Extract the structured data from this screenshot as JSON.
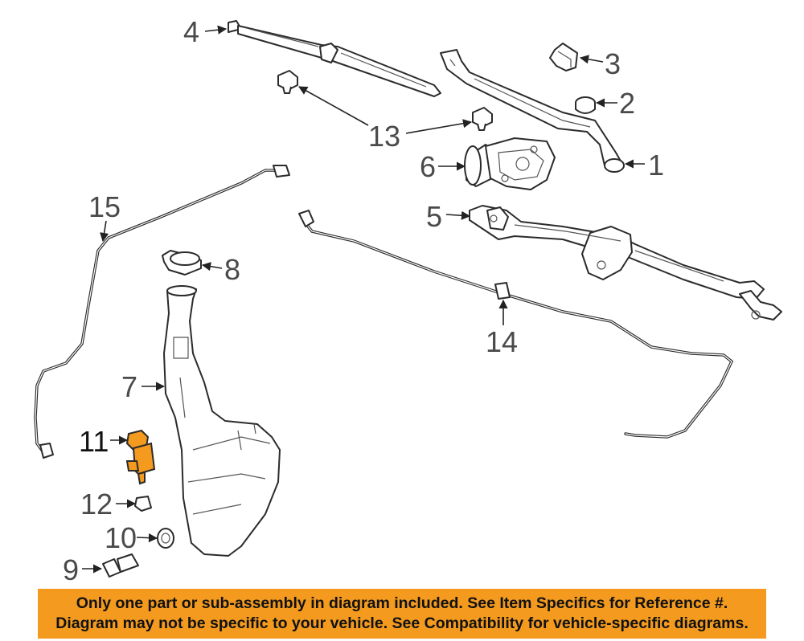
{
  "callouts": {
    "c1": "1",
    "c2": "2",
    "c3": "3",
    "c4": "4",
    "c5": "5",
    "c6": "6",
    "c7": "7",
    "c8": "8",
    "c9": "9",
    "c10": "10",
    "c11": "11",
    "c12": "12",
    "c13": "13",
    "c14": "14",
    "c15": "15"
  },
  "colors": {
    "banner": "#f39a1f",
    "highlighted_part": "#f39a1f"
  },
  "banner": {
    "line1": "Only one part or sub-assembly in diagram included. See Item Specifics for Reference #.",
    "line2": "Diagram may not be specific to your vehicle. See Compatibility for vehicle-specific diagrams."
  }
}
